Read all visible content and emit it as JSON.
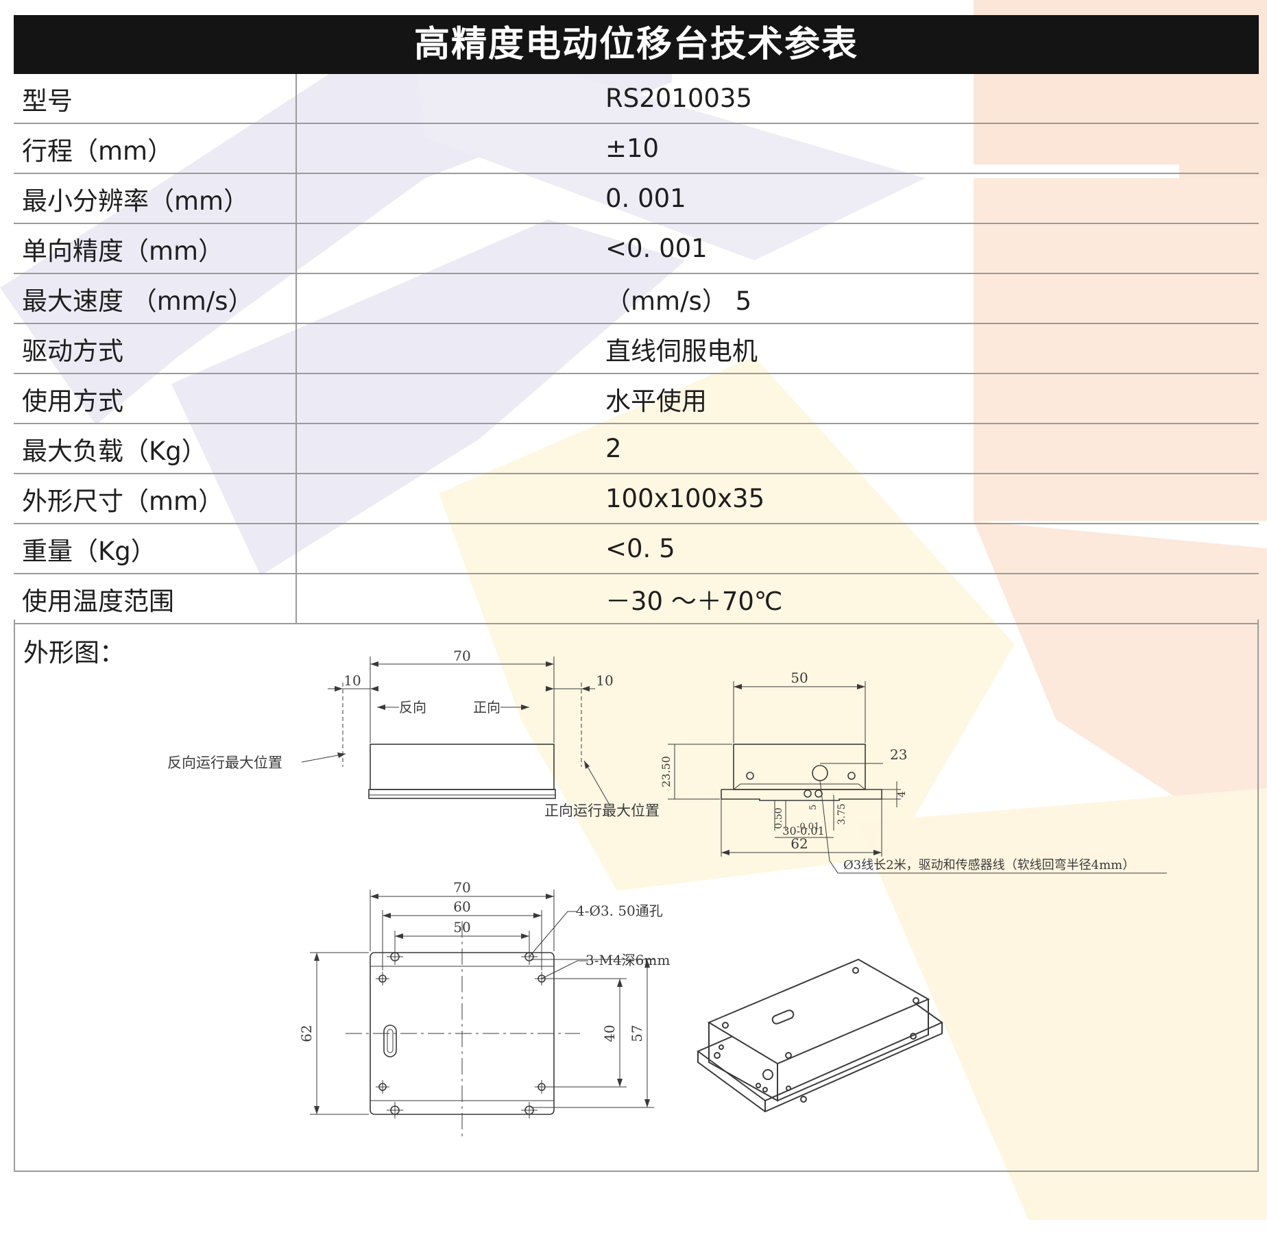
{
  "title": "高精度电动位移台技术参表",
  "specs": [
    {
      "label": "型号",
      "value": "RS2010035"
    },
    {
      "label": "行程（mm）",
      "value": "±10"
    },
    {
      "label": "最小分辨率（mm）",
      "value": "0. 001"
    },
    {
      "label": "单向精度（mm）",
      "value": "<0. 001"
    },
    {
      "label": "最大速度 （mm/s）",
      "value": "（mm/s） 5"
    },
    {
      "label": "驱动方式",
      "value": "直线伺服电机"
    },
    {
      "label": "使用方式",
      "value": "水平使用"
    },
    {
      "label": "最大负载（Kg）",
      "value": "2"
    },
    {
      "label": "外形尺寸（mm）",
      "value": "100x100x35"
    },
    {
      "label": "重量（Kg）",
      "value": "<0. 5"
    },
    {
      "label": "使用温度范围",
      "value": "－30 ～＋70℃"
    }
  ],
  "drawing": {
    "label": "外形图：",
    "side_view": {
      "width": "70",
      "left_overtravel": "10",
      "right_overtravel": "10",
      "dir_reverse": "反向",
      "dir_forward": "正向",
      "reverse_limit": "反向运行最大位置",
      "forward_limit": "正向运行最大位置"
    },
    "end_view": {
      "width": "50",
      "height": "23.50",
      "dim_23": "23",
      "dim_4": "4",
      "dim_050": "0.50",
      "dim_5": "5",
      "dim_375": "3.75",
      "tol": "-0.01",
      "dim_30": "30-0.01",
      "dim_62": "62",
      "cable_note": "Ø3线长2米，驱动和传感器线（软线回弯半径4mm）"
    },
    "top_view": {
      "w70": "70",
      "w60": "60",
      "w50": "50",
      "holes": "4-Ø3. 50通孔",
      "tapped": "3-M4深6mm",
      "h62": "62",
      "h40": "40",
      "h57": "57"
    }
  },
  "colors": {
    "title_bg": "#141414",
    "grid_line": "#9a9a9a",
    "watermark_blue": "#e9e8f3",
    "watermark_orange": "#fbe5d6",
    "watermark_yellow": "#fdf4dc"
  }
}
